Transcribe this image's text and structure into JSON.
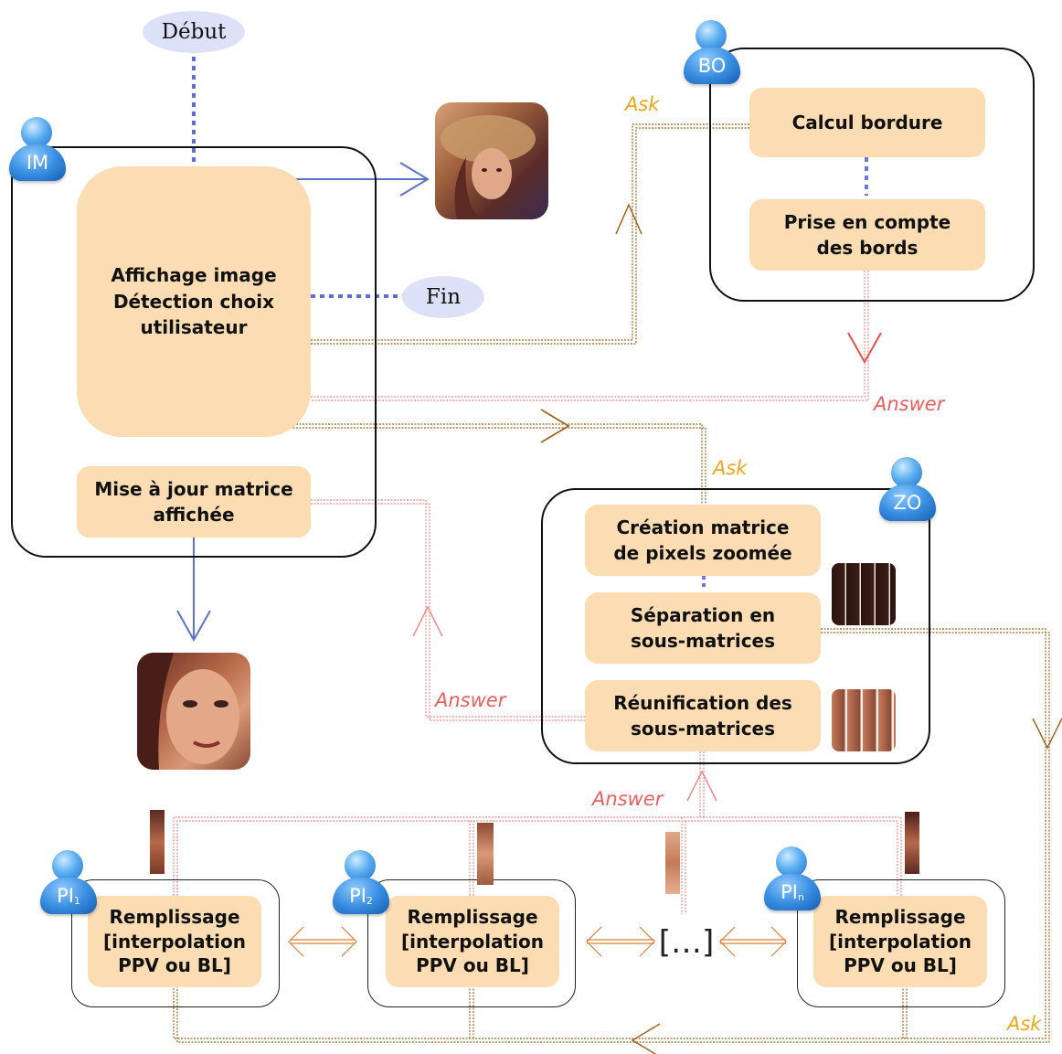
{
  "start_end": {
    "debut": "Début",
    "fin": "Fin"
  },
  "agents": {
    "im": "IM",
    "bo": "BO",
    "zo": "ZO",
    "pi1": {
      "base": "PI",
      "sub": "1"
    },
    "pi2": {
      "base": "PI",
      "sub": "2"
    },
    "pin": {
      "base": "PI",
      "sub": "n"
    }
  },
  "im_boxes": {
    "main": "Affichage image\nDétection choix\nutilisateur",
    "update": "Mise à jour matrice\naffichée"
  },
  "bo_boxes": {
    "border": "Calcul bordure",
    "edges": "Prise en compte\ndes bords"
  },
  "zo_boxes": {
    "create": "Création matrice\nde pixels zoomée",
    "split": "Séparation en\nsous-matrices",
    "merge": "Réunification des\nsous-matrices"
  },
  "pi_box": "Remplissage\n[interpolation\nPPV ou BL]",
  "ellipsis": "[…]",
  "labels": {
    "ask_bo": "Ask",
    "answer_bo": "Answer",
    "ask_zo": "Ask",
    "answer_im": "Answer",
    "answer_pi": "Answer",
    "ask_pi": "Ask"
  },
  "colors": {
    "box_fill": "#fbdcb3",
    "oval_fill": "#dde1f7",
    "flow_blue": "#5b6fd6",
    "ask_brown": "#a0641c",
    "answer_red": "#ee8a8a",
    "ask_text": "#f0a51a",
    "answer_text": "#ec5e5e"
  }
}
